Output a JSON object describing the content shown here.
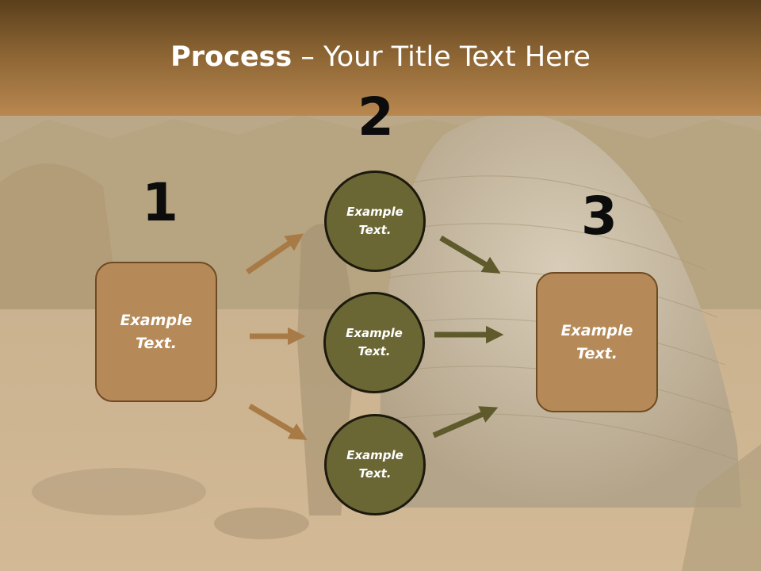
{
  "title": {
    "bold": "Process",
    "rest": " – Your Title Text Here"
  },
  "steps": {
    "one": {
      "number": "1",
      "text_line1": "Example",
      "text_line2": "Text."
    },
    "two": {
      "number": "2"
    },
    "three": {
      "number": "3",
      "text_line1": "Example",
      "text_line2": "Text."
    }
  },
  "circles": [
    {
      "text_line1": "Example",
      "text_line2": "Text."
    },
    {
      "text_line1": "Example",
      "text_line2": "Text."
    },
    {
      "text_line1": "Example",
      "text_line2": "Text."
    }
  ],
  "colors": {
    "box_fill": "#b58a58",
    "circle_fill": "#6b6735",
    "arrow_brown": "#a87a45",
    "arrow_olive": "#5e5a2c"
  }
}
